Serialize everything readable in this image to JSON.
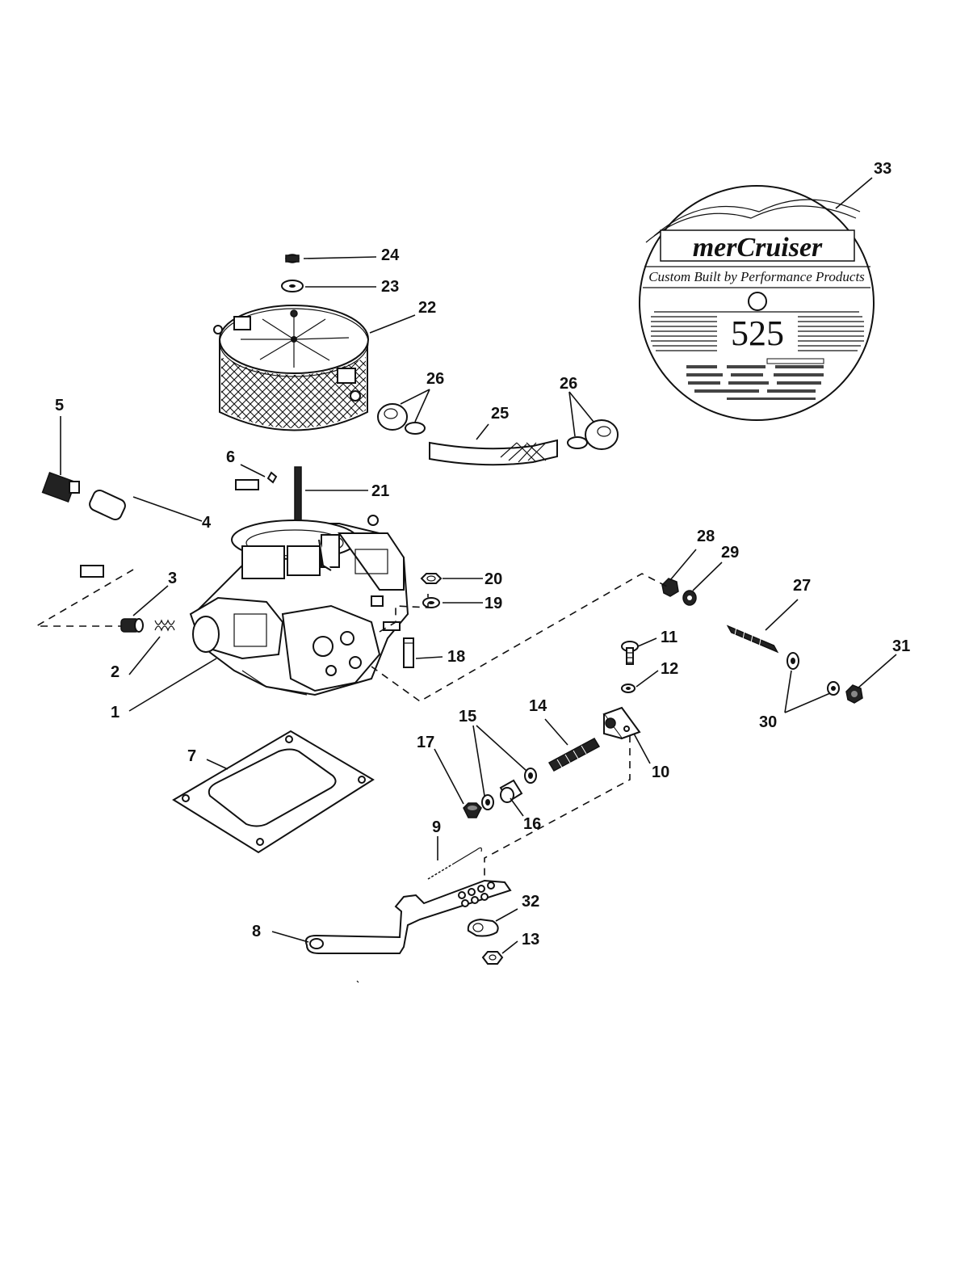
{
  "decal": {
    "brand": "merCruiser",
    "tagline": "Custom Built by Performance Products",
    "model": "525"
  },
  "callouts": [
    {
      "id": "1",
      "label": "1"
    },
    {
      "id": "2",
      "label": "2"
    },
    {
      "id": "3",
      "label": "3"
    },
    {
      "id": "4",
      "label": "4"
    },
    {
      "id": "5",
      "label": "5"
    },
    {
      "id": "6",
      "label": "6"
    },
    {
      "id": "7",
      "label": "7"
    },
    {
      "id": "8",
      "label": "8"
    },
    {
      "id": "9",
      "label": "9"
    },
    {
      "id": "10",
      "label": "10"
    },
    {
      "id": "11",
      "label": "11"
    },
    {
      "id": "12",
      "label": "12"
    },
    {
      "id": "13",
      "label": "13"
    },
    {
      "id": "14",
      "label": "14"
    },
    {
      "id": "15",
      "label": "15"
    },
    {
      "id": "16",
      "label": "16"
    },
    {
      "id": "17",
      "label": "17"
    },
    {
      "id": "18",
      "label": "18"
    },
    {
      "id": "19",
      "label": "19"
    },
    {
      "id": "20",
      "label": "20"
    },
    {
      "id": "21",
      "label": "21"
    },
    {
      "id": "22",
      "label": "22"
    },
    {
      "id": "23",
      "label": "23"
    },
    {
      "id": "24",
      "label": "24"
    },
    {
      "id": "25",
      "label": "25"
    },
    {
      "id": "26a",
      "label": "26"
    },
    {
      "id": "26b",
      "label": "26"
    },
    {
      "id": "27",
      "label": "27"
    },
    {
      "id": "28",
      "label": "28"
    },
    {
      "id": "29",
      "label": "29"
    },
    {
      "id": "30",
      "label": "30"
    },
    {
      "id": "31",
      "label": "31"
    },
    {
      "id": "32",
      "label": "32"
    },
    {
      "id": "33",
      "label": "33"
    }
  ]
}
